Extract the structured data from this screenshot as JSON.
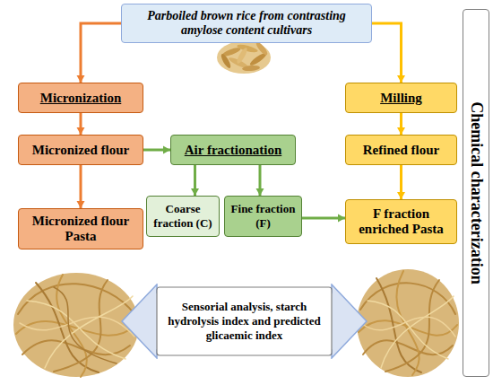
{
  "diagram": {
    "nodes": [
      {
        "text": [
          "Parboiled brown rice from contrasting amylose content cultivars"
        ]
      },
      {
        "text": [
          "Micronization"
        ]
      },
      {
        "text": [
          "Milling"
        ]
      },
      {
        "text": [
          "Chemical characterization"
        ]
      },
      {
        "text": [
          "Micronized flour"
        ]
      },
      {
        "text": [
          "Air fractionation"
        ]
      },
      {
        "text": [
          "Refined flour"
        ]
      },
      {
        "text": [
          "Coarse fraction (C)"
        ]
      },
      {
        "text": [
          "Fine fraction (F)"
        ]
      },
      {
        "text": [
          "Micronized flour Pasta"
        ]
      },
      {
        "text": [
          "F fraction enriched Pasta"
        ]
      },
      {
        "text": [
          "Sensorial analysis, starch hydrolysis index and predicted glicaemic index"
        ]
      }
    ],
    "edges": [
      {
        "from": 0,
        "to": 1,
        "arrow": "to"
      },
      {
        "from": 0,
        "to": 2,
        "arrow": "to"
      },
      {
        "from": 1,
        "to": 4,
        "arrow": "to"
      },
      {
        "from": 4,
        "to": 5,
        "arrow": "to"
      },
      {
        "from": 2,
        "to": 6,
        "arrow": "to"
      },
      {
        "from": 4,
        "to": 9,
        "arrow": "to"
      },
      {
        "from": 5,
        "to": 7,
        "arrow": "to"
      },
      {
        "from": 5,
        "to": 8,
        "arrow": "to"
      },
      {
        "from": 6,
        "to": 10,
        "arrow": "to"
      },
      {
        "from": 8,
        "to": 10,
        "arrow": "to"
      }
    ]
  }
}
